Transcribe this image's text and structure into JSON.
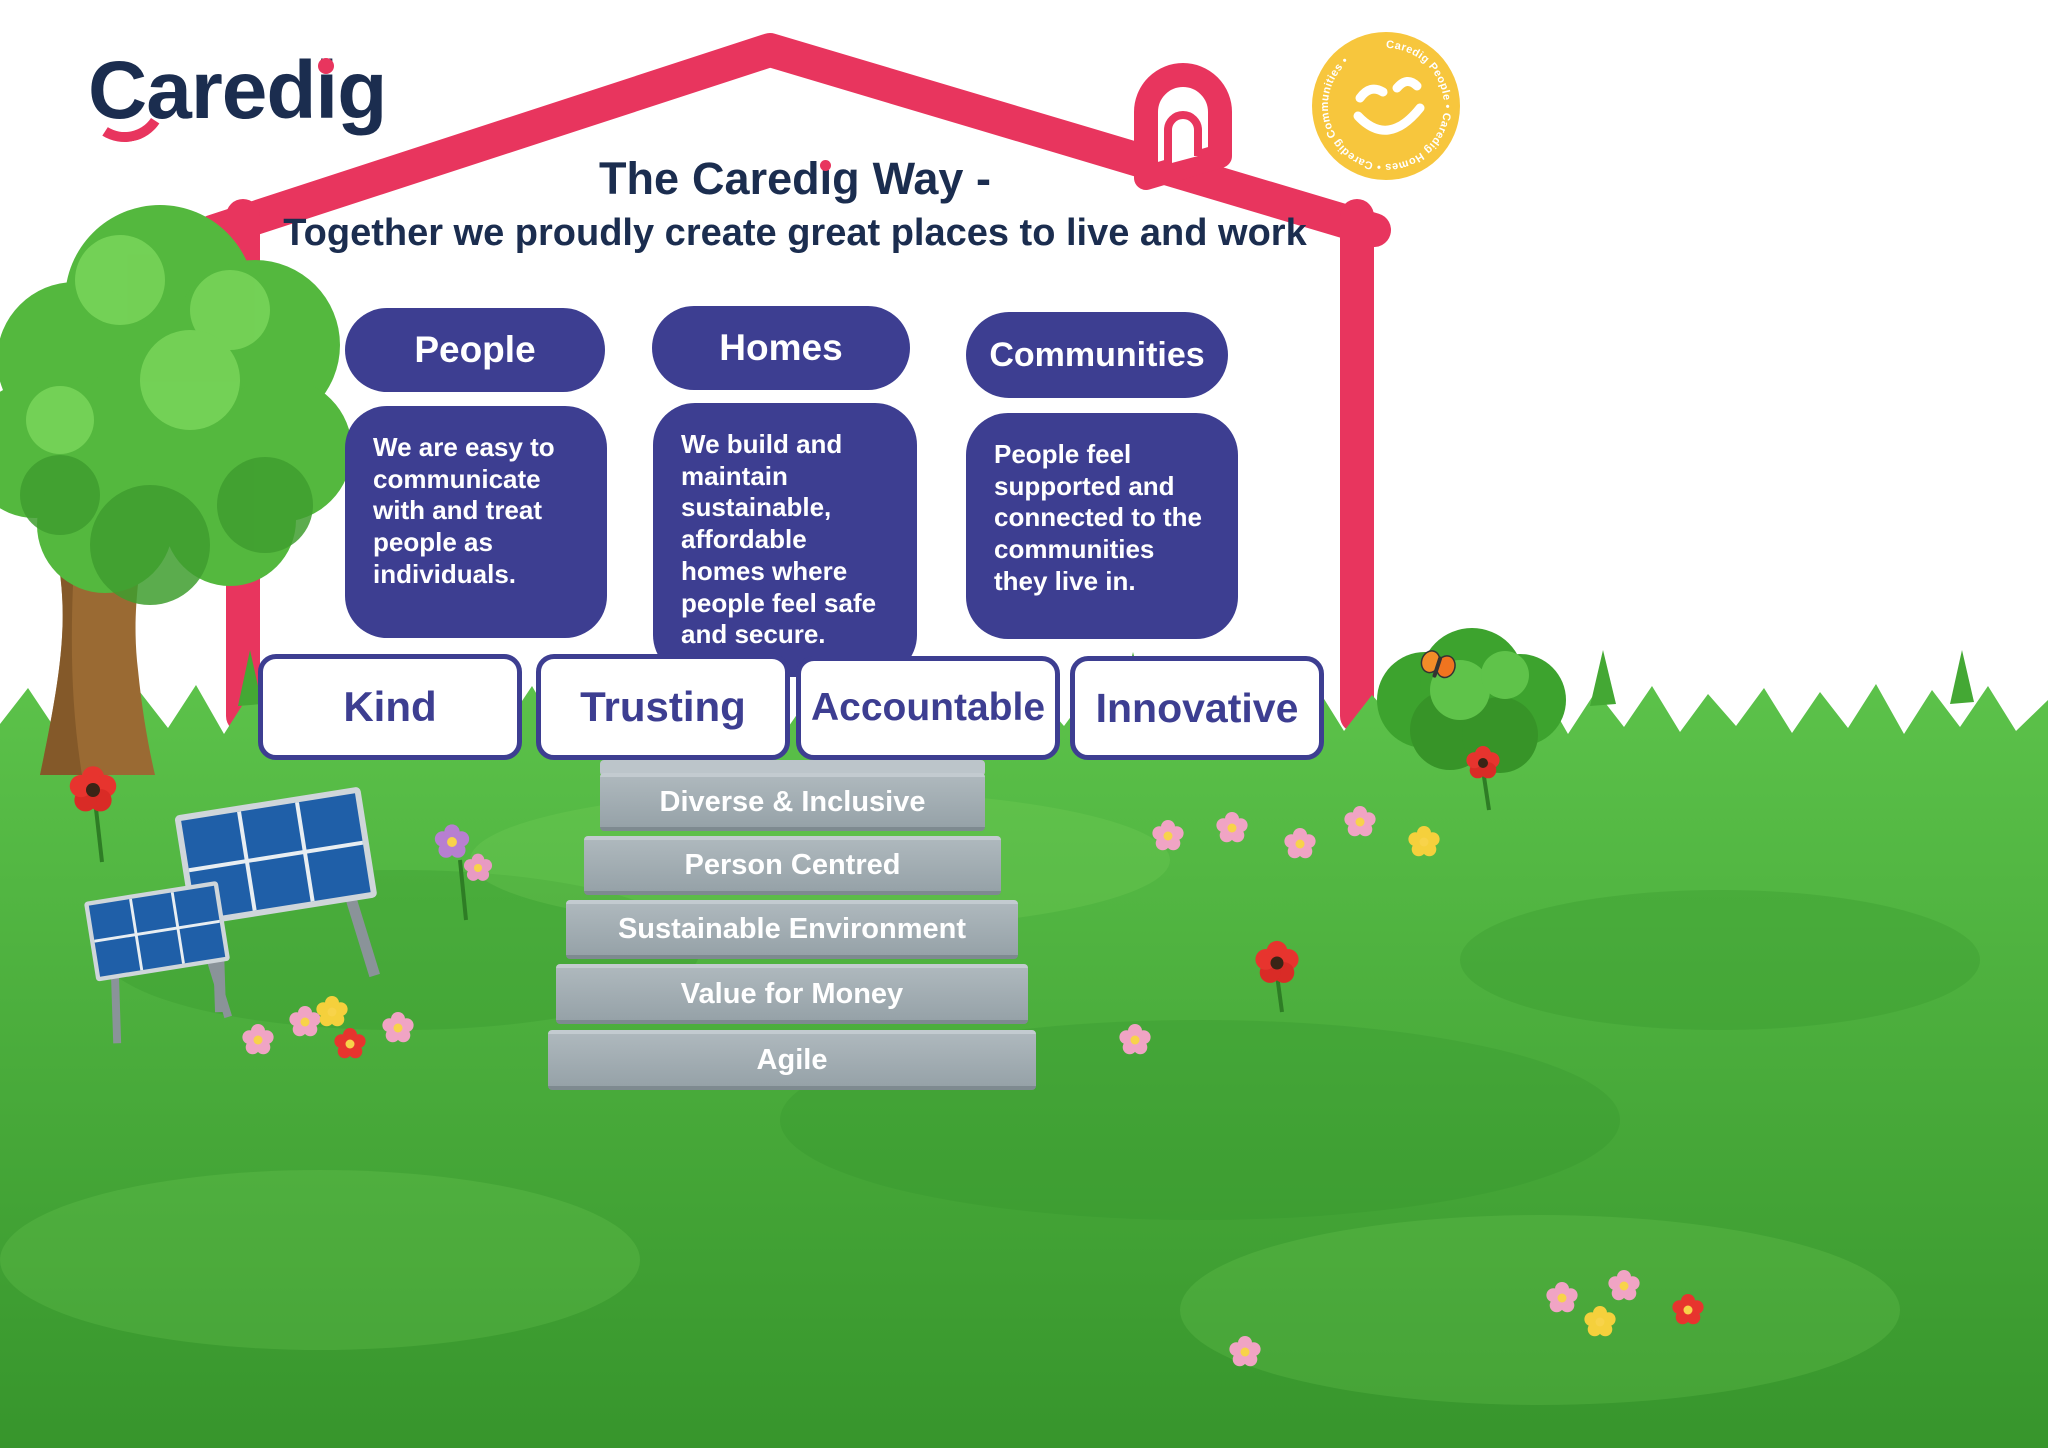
{
  "logo": {
    "text": "Caredig"
  },
  "badge": {
    "circular_text": "Caredig People • Caredig Homes • Caredig Communities • ",
    "icon": "smiley-face-icon",
    "color": "#f7c63d"
  },
  "title": {
    "pre": "The",
    "brand": "Caredig",
    "post": "Way -",
    "subtitle": "Together we proudly create great places to live and work"
  },
  "pillars": [
    {
      "label": "People",
      "description": "We are easy to communicate with and treat people as individuals."
    },
    {
      "label": "Homes",
      "description": "We build and maintain sustainable, affordable homes where people feel safe and secure."
    },
    {
      "label": "Communities",
      "description": "People feel supported and connected to the communities they live in."
    }
  ],
  "values": [
    "Kind",
    "Trusting",
    "Accountable",
    "Innovative"
  ],
  "steps": [
    "Diverse & Inclusive",
    "Person Centred",
    "Sustainable Environment",
    "Value for Money",
    "Agile"
  ],
  "decor": {
    "house": "house-outline-icon",
    "tree": "tree-illustration",
    "grass": "grass-field",
    "solar_panels": "solar-panel-icon",
    "flowers": "flower-icon",
    "bush": "bush-illustration",
    "butterfly": "butterfly-icon"
  },
  "colors": {
    "navy": "#1b2d4f",
    "pink_red": "#e8355e",
    "indigo": "#3d3e91",
    "grass_green": "#4fae3d",
    "step_gray": "#9aa6ac",
    "badge_yellow": "#f7c63d"
  }
}
